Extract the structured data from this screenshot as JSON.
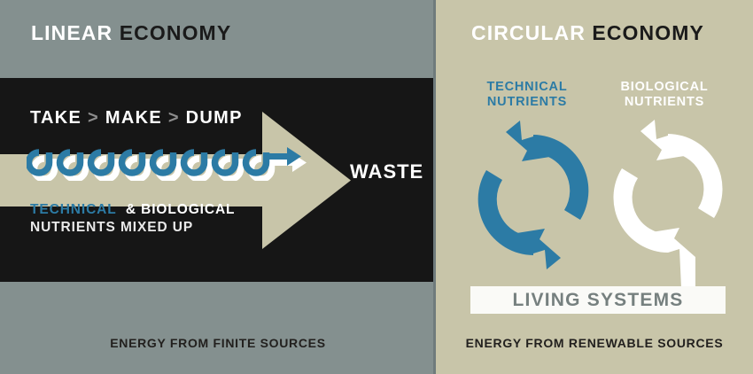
{
  "colors": {
    "linear_panel_bg": "#84908f",
    "circular_panel_bg": "#c8c5a9",
    "stage_bg": "#161616",
    "tan_arrow": "#c8c5a9",
    "accent_blue": "#2c7ba5",
    "white": "#ffffff",
    "living_banner_bg": "#fafaf7",
    "living_text": "#76807f"
  },
  "linear": {
    "heading_primary": "LINEAR",
    "heading_secondary": "ECONOMY",
    "flow_steps": [
      "TAKE",
      "MAKE",
      "DUMP"
    ],
    "flow_separator": ">",
    "mixed_line1_blue": "TECHNICAL",
    "mixed_line1_white": "& BIOLOGICAL",
    "mixed_line2": "NUTRIENTS MIXED UP",
    "waste_label": "WASTE",
    "footer": "ENERGY FROM FINITE SOURCES"
  },
  "circular": {
    "heading_primary": "CIRCULAR",
    "heading_secondary": "ECONOMY",
    "technical_caption_line1": "TECHNICAL",
    "technical_caption_line2": "NUTRIENTS",
    "biological_caption_line1": "BIOLOGICAL",
    "biological_caption_line2": "NUTRIENTS",
    "living_systems_label": "LIVING SYSTEMS",
    "footer": "ENERGY FROM RENEWABLE SOURCES"
  }
}
